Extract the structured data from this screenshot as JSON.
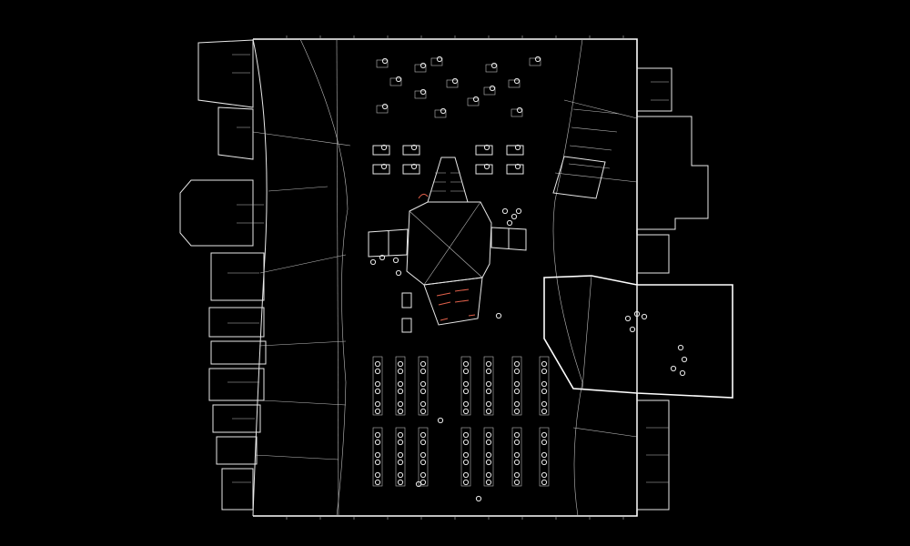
{
  "colors": {
    "background": "#000000",
    "line": "#e8e8e8",
    "accent": "#e0604a"
  },
  "plan": {
    "top_workstations": 8,
    "bottom_desk_columns": 7,
    "desk_rows_per_block": 3
  }
}
